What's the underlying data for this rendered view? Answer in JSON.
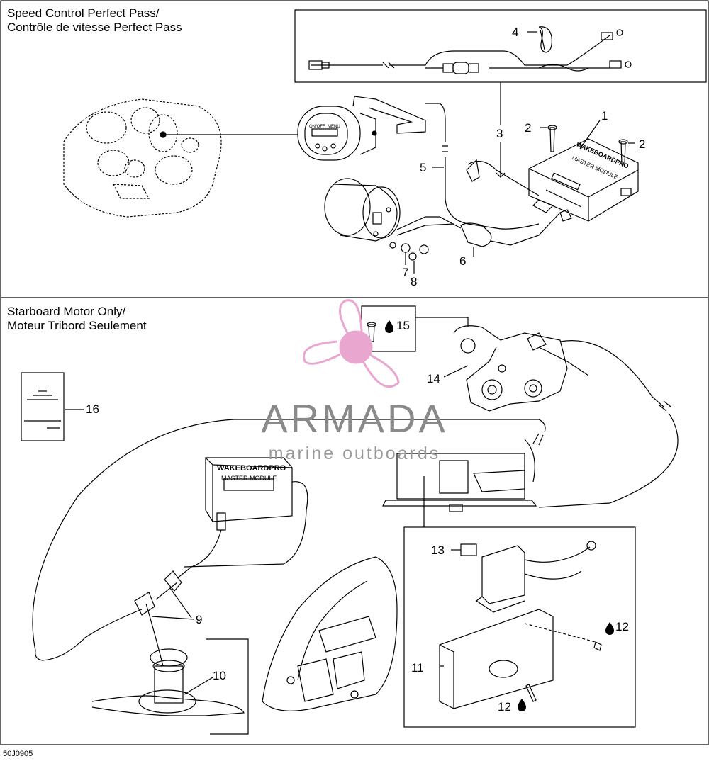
{
  "sections": {
    "top_title_line1": "Speed Control Perfect Pass/",
    "top_title_line2": "Contrôle de vitesse Perfect Pass",
    "bottom_title_line1": "Starboard Motor Only/",
    "bottom_title_line2": "Moteur Tribord Seulement"
  },
  "callouts": {
    "c1": "1",
    "c2a": "2",
    "c2b": "2",
    "c3": "3",
    "c4": "4",
    "c5": "5",
    "c6": "6",
    "c7": "7",
    "c8": "8",
    "c9": "9",
    "c10": "10",
    "c11": "11",
    "c12a": "12",
    "c12b": "12",
    "c13": "13",
    "c14": "14",
    "c15": "15",
    "c16": "16"
  },
  "module_labels": {
    "brand_top": "WAKEBOARDPRO",
    "model_top": "MASTER MODULE",
    "brand_bottom": "WAKEBOARDPRO",
    "model_bottom": "MASTER MODULE",
    "gauge_menu": "MENU",
    "gauge_onoff": "ON/OFF"
  },
  "watermark": {
    "brand": "ARMADA",
    "tagline": "marine outboards"
  },
  "doc_code": "50J0905",
  "icons": [
    "loctite-drop-icon",
    "propeller-logo-icon"
  ],
  "colors": {
    "line": "#000000",
    "watermark_pink": "#e9a6cf",
    "watermark_gray": "#8a8a8a"
  }
}
